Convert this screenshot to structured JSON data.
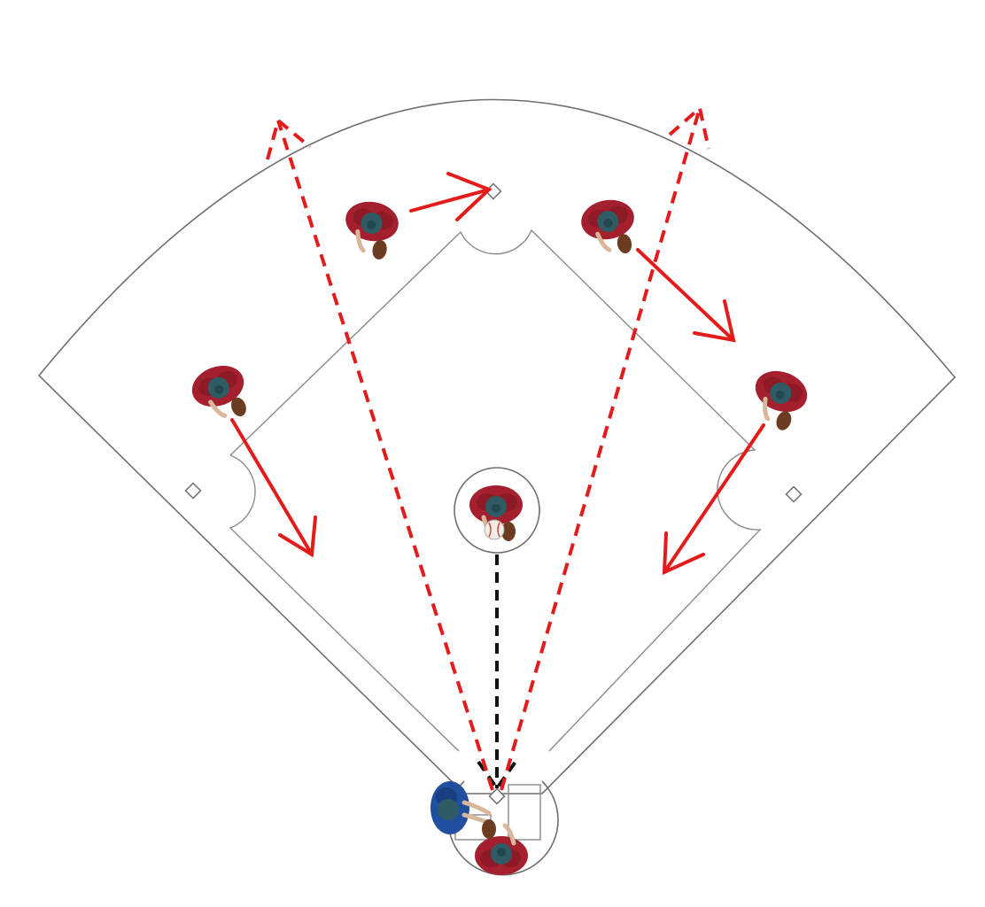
{
  "diagram": {
    "kind": "baseball-fielding-play",
    "colors": {
      "movement_arrow": "#e31b1b",
      "throw_path": "#e31b1b",
      "pitch_path": "#111111",
      "field_line": "#6f6f6f",
      "defense_jersey": "#a4202e",
      "defense_cap": "#2f5c64",
      "offense_jersey": "#1f4f9e",
      "glove": "#6b3c22"
    },
    "players": [
      {
        "id": "left-fielder",
        "team": "defense",
        "role": "outfielder",
        "icon": "player-topview-icon"
      },
      {
        "id": "center-left-fielder",
        "team": "defense",
        "role": "outfielder",
        "icon": "player-topview-icon"
      },
      {
        "id": "center-right-fielder",
        "team": "defense",
        "role": "outfielder",
        "icon": "player-topview-icon"
      },
      {
        "id": "right-fielder",
        "team": "defense",
        "role": "outfielder",
        "icon": "player-topview-icon"
      },
      {
        "id": "pitcher",
        "team": "defense",
        "role": "pitcher",
        "icon": "player-with-ball-icon"
      },
      {
        "id": "catcher",
        "team": "defense",
        "role": "catcher",
        "icon": "player-topview-icon"
      },
      {
        "id": "batter",
        "team": "offense",
        "role": "batter",
        "icon": "player-topview-icon"
      }
    ],
    "movements": [
      {
        "player": "left-fielder",
        "type": "run"
      },
      {
        "player": "center-left-fielder",
        "type": "run"
      },
      {
        "player": "center-right-fielder",
        "type": "run"
      },
      {
        "player": "right-fielder",
        "type": "run"
      }
    ],
    "ball_paths": [
      {
        "from": "pitcher",
        "to": "home-plate",
        "type": "pitch"
      },
      {
        "from": "home-plate",
        "to": "left-outfield",
        "type": "hit"
      },
      {
        "from": "home-plate",
        "to": "right-outfield",
        "type": "hit"
      }
    ]
  }
}
